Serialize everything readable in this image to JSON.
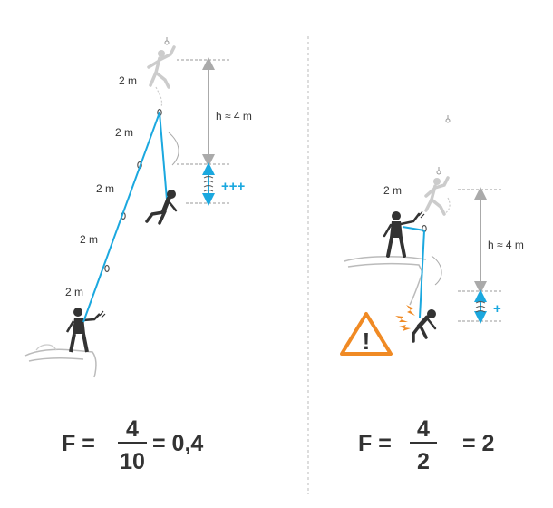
{
  "left": {
    "seg1": "2 m",
    "seg2": "2 m",
    "seg3": "2 m",
    "seg4": "2 m",
    "seg5": "2 m",
    "height": "h ≈ 4 m",
    "stretch": "+++",
    "formula": {
      "prefix": "F =",
      "numerator": "4",
      "denominator": "10",
      "result": "= 0,4"
    }
  },
  "right": {
    "seg1": "2 m",
    "height": "h ≈ 4 m",
    "stretch": "+",
    "formula": {
      "prefix": "F =",
      "numerator": "4",
      "denominator": "2",
      "result": "= 2"
    }
  },
  "warning": {
    "glyph": "!",
    "icon": "warning-triangle-icon"
  },
  "colors": {
    "rope": "#1ba8df",
    "text": "#333333",
    "warning": "#f08a24",
    "ghost": "#cccccc",
    "dim": "#aaaaaa"
  }
}
